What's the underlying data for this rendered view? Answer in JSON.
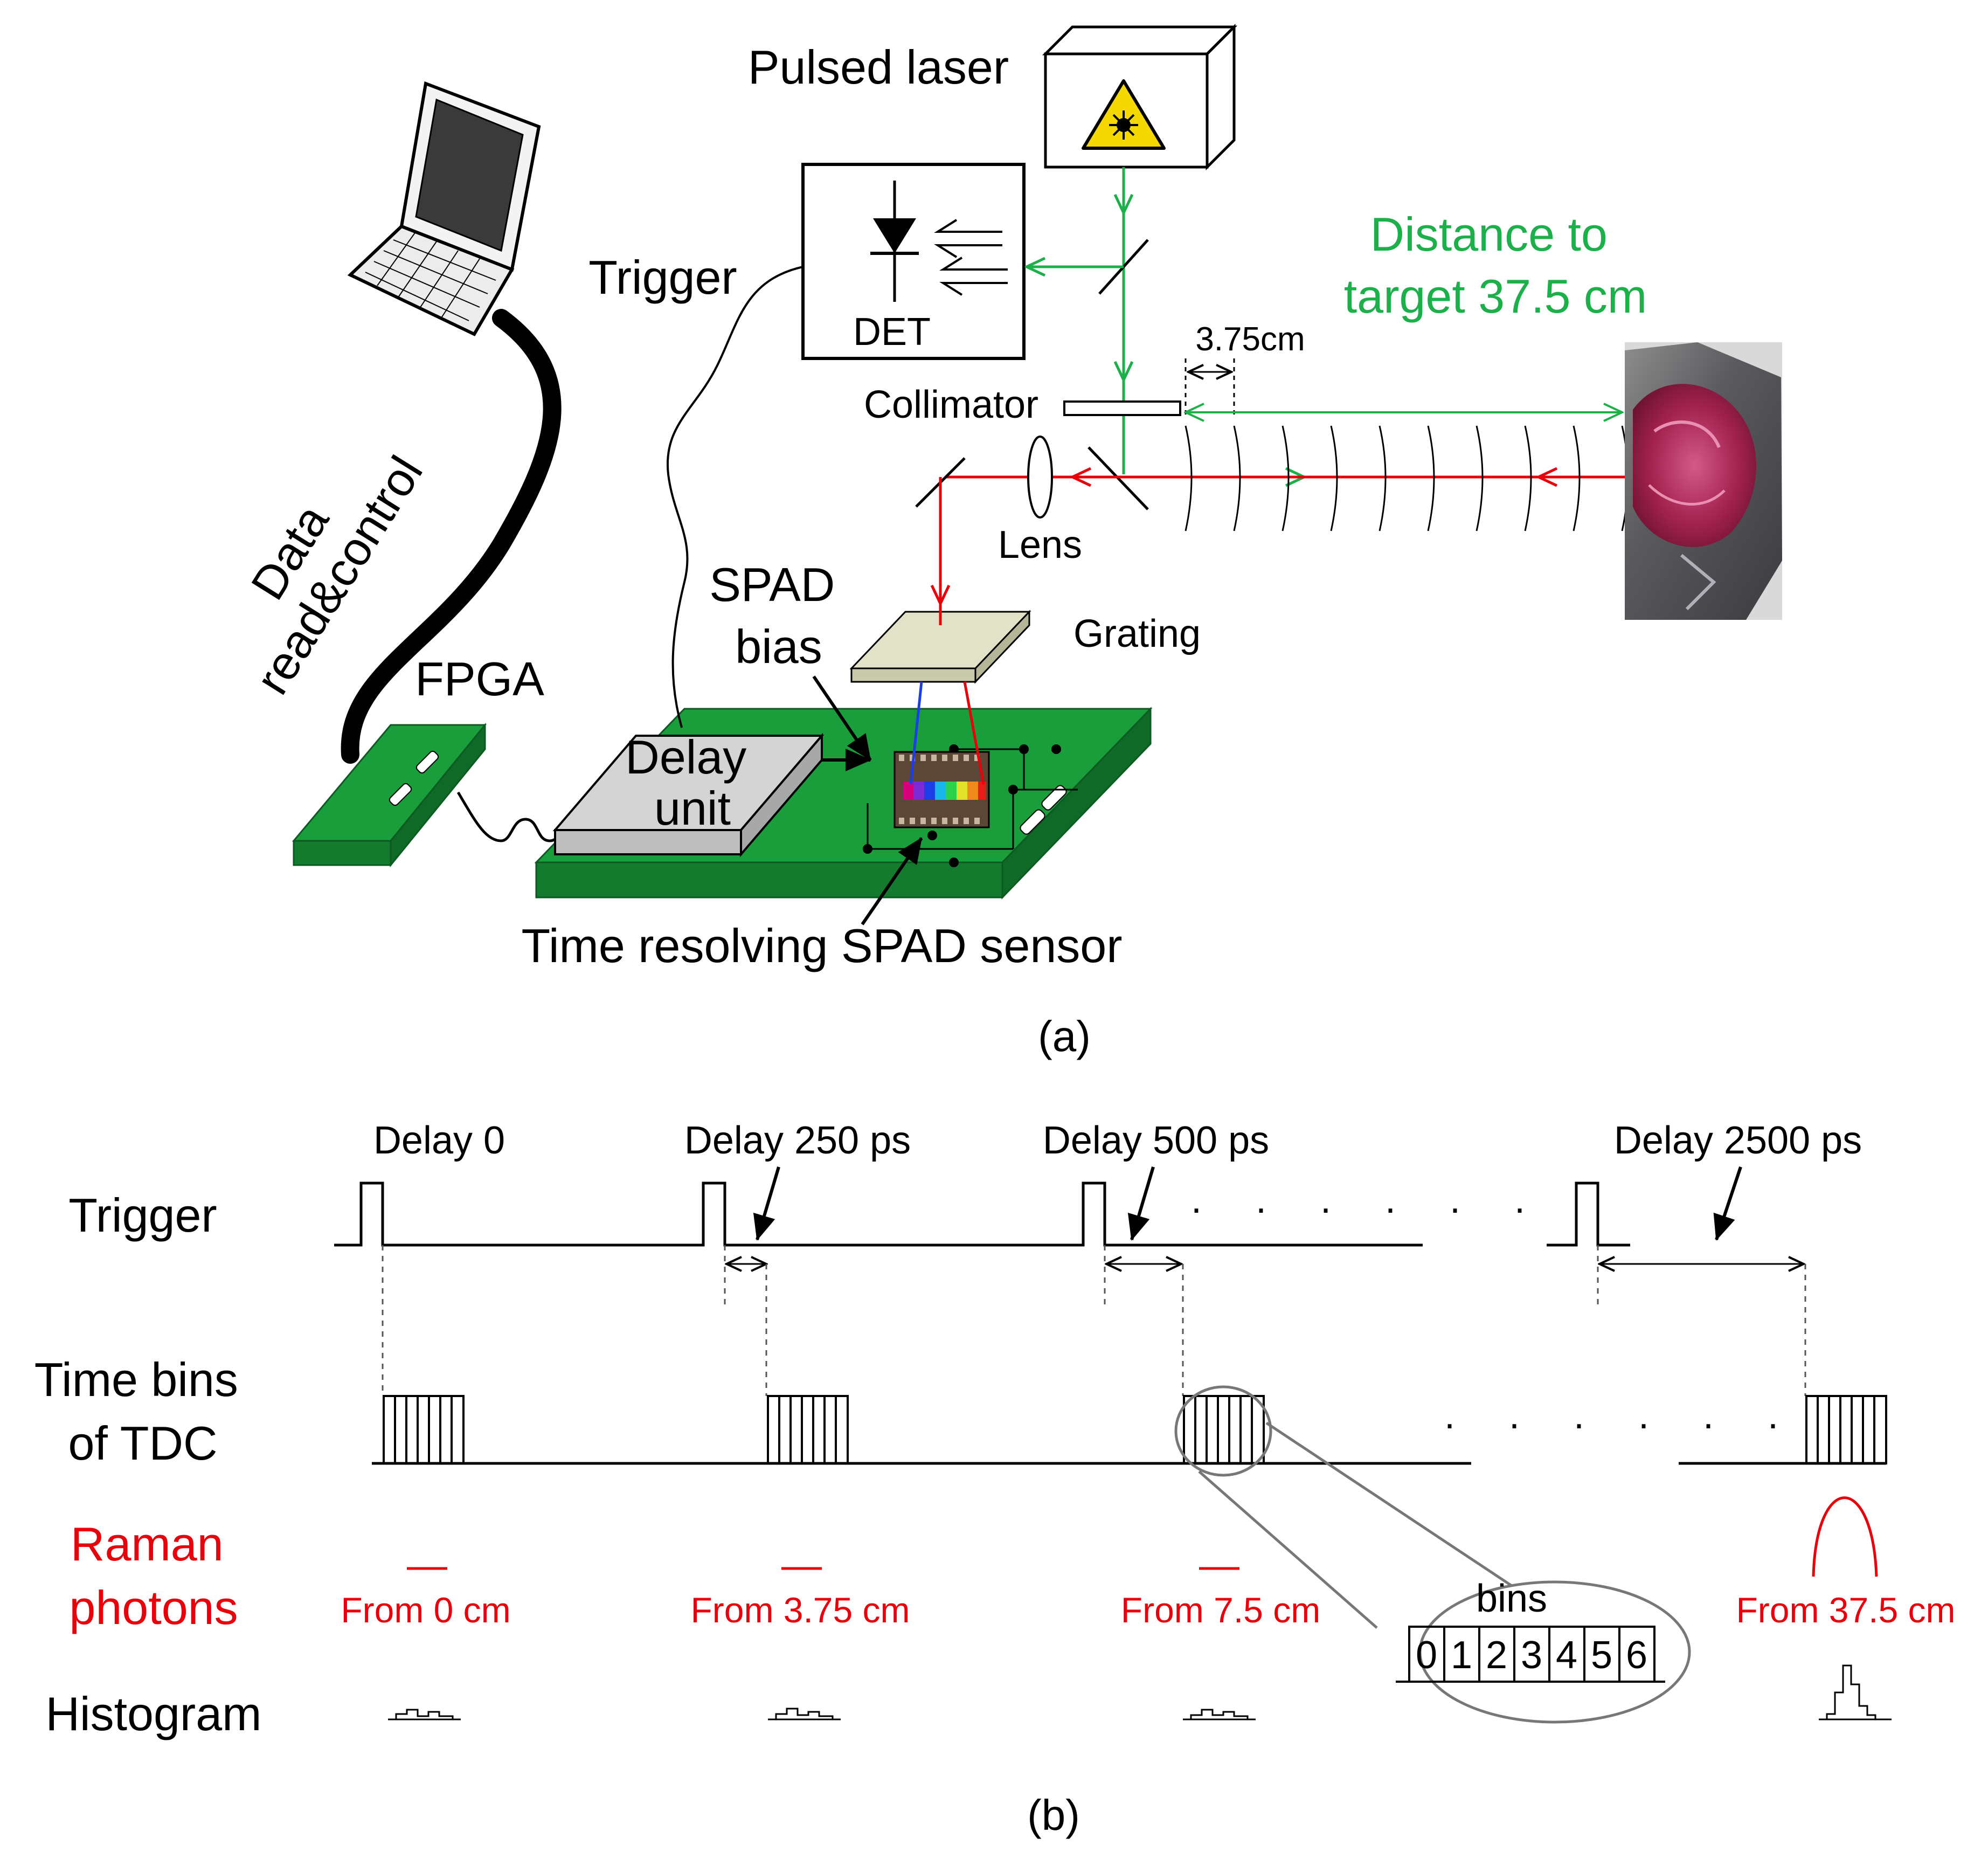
{
  "panel_a": {
    "pulsed_laser": "Pulsed laser",
    "trigger": "Trigger",
    "det": "DET",
    "distance_line1": "Distance to",
    "distance_line2": "target 37.5 cm",
    "step": "3.75cm",
    "collimator": "Collimator",
    "lens": "Lens",
    "grating": "Grating",
    "spad_bias_line1": "SPAD",
    "spad_bias_line2": "bias",
    "data_line1": "Data",
    "data_line2": "read&control",
    "fpga": "FPGA",
    "delay_line1": "Delay",
    "delay_line2": "unit",
    "sensor": "Time resolving SPAD sensor",
    "caption": "(a)"
  },
  "panel_b": {
    "row_trigger": "Trigger",
    "row_bins_line1": "Time bins",
    "row_bins_line2": "of TDC",
    "row_raman_line1": "Raman",
    "row_raman_line2": "photons",
    "row_histogram": "Histogram",
    "delays": [
      "Delay 0",
      "Delay 250 ps",
      "Delay 500 ps",
      "Delay 2500 ps"
    ],
    "sources": [
      "From 0 cm",
      "From 3.75 cm",
      "From 7.5 cm",
      "From 37.5 cm"
    ],
    "ellipsis": ". . . . . .",
    "zoom_title": "bins",
    "bin_numbers": [
      "0",
      "1",
      "2",
      "3",
      "4",
      "5",
      "6"
    ],
    "caption": "(b)"
  },
  "colors": {
    "green_beam": "#1bb04a",
    "red_beam": "#e8000b",
    "pcb_green": "#1a9e3c",
    "laser_warning_yellow": "#f5d800"
  }
}
